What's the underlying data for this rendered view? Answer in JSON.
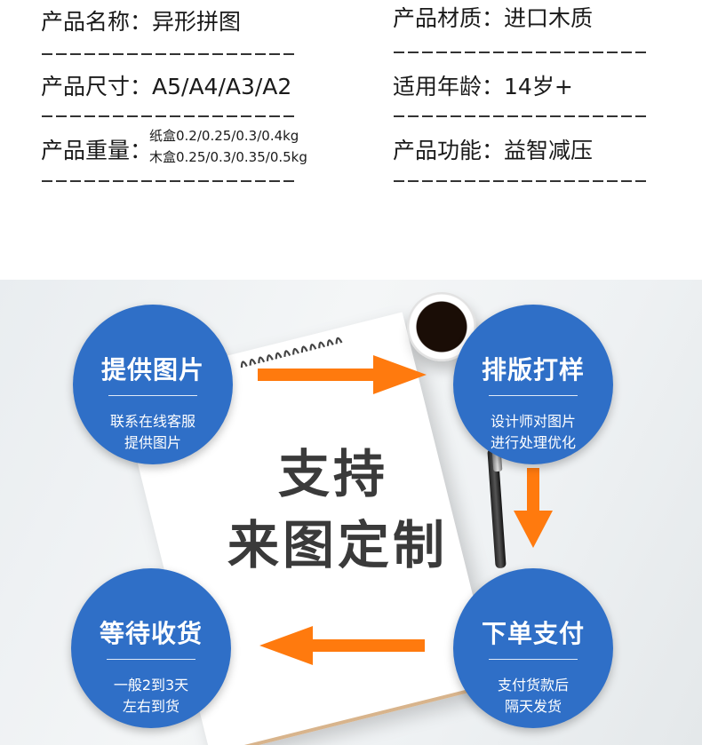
{
  "specs": {
    "name": {
      "label": "产品名称：",
      "value": "异形拼图"
    },
    "material": {
      "label": "产品材质：",
      "value": "进口木质"
    },
    "size": {
      "label": "产品尺寸：",
      "value": "A5/A4/A3/A2"
    },
    "age": {
      "label": "适用年龄：",
      "value": "14岁+"
    },
    "weight": {
      "label": "产品重量：",
      "paper": "纸盒0.2/0.25/0.3/0.4kg",
      "wood": "木盒0.25/0.3/0.35/0.5kg"
    },
    "function": {
      "label": "产品功能：",
      "value": "益智减压"
    }
  },
  "banner": {
    "center_line1": "支持",
    "center_line2": "来图定制",
    "steps": [
      {
        "title": "提供图片",
        "line1": "联系在线客服",
        "line2": "提供图片"
      },
      {
        "title": "排版打样",
        "line1": "设计师对图片",
        "line2": "进行处理优化"
      },
      {
        "title": "下单支付",
        "line1": "支付货款后",
        "line2": "隔天发货"
      },
      {
        "title": "等待收货",
        "line1": "一般2到3天",
        "line2": "左右到货"
      }
    ],
    "colors": {
      "circle": "#2f6fc7",
      "arrow": "#ff7a0e"
    }
  }
}
